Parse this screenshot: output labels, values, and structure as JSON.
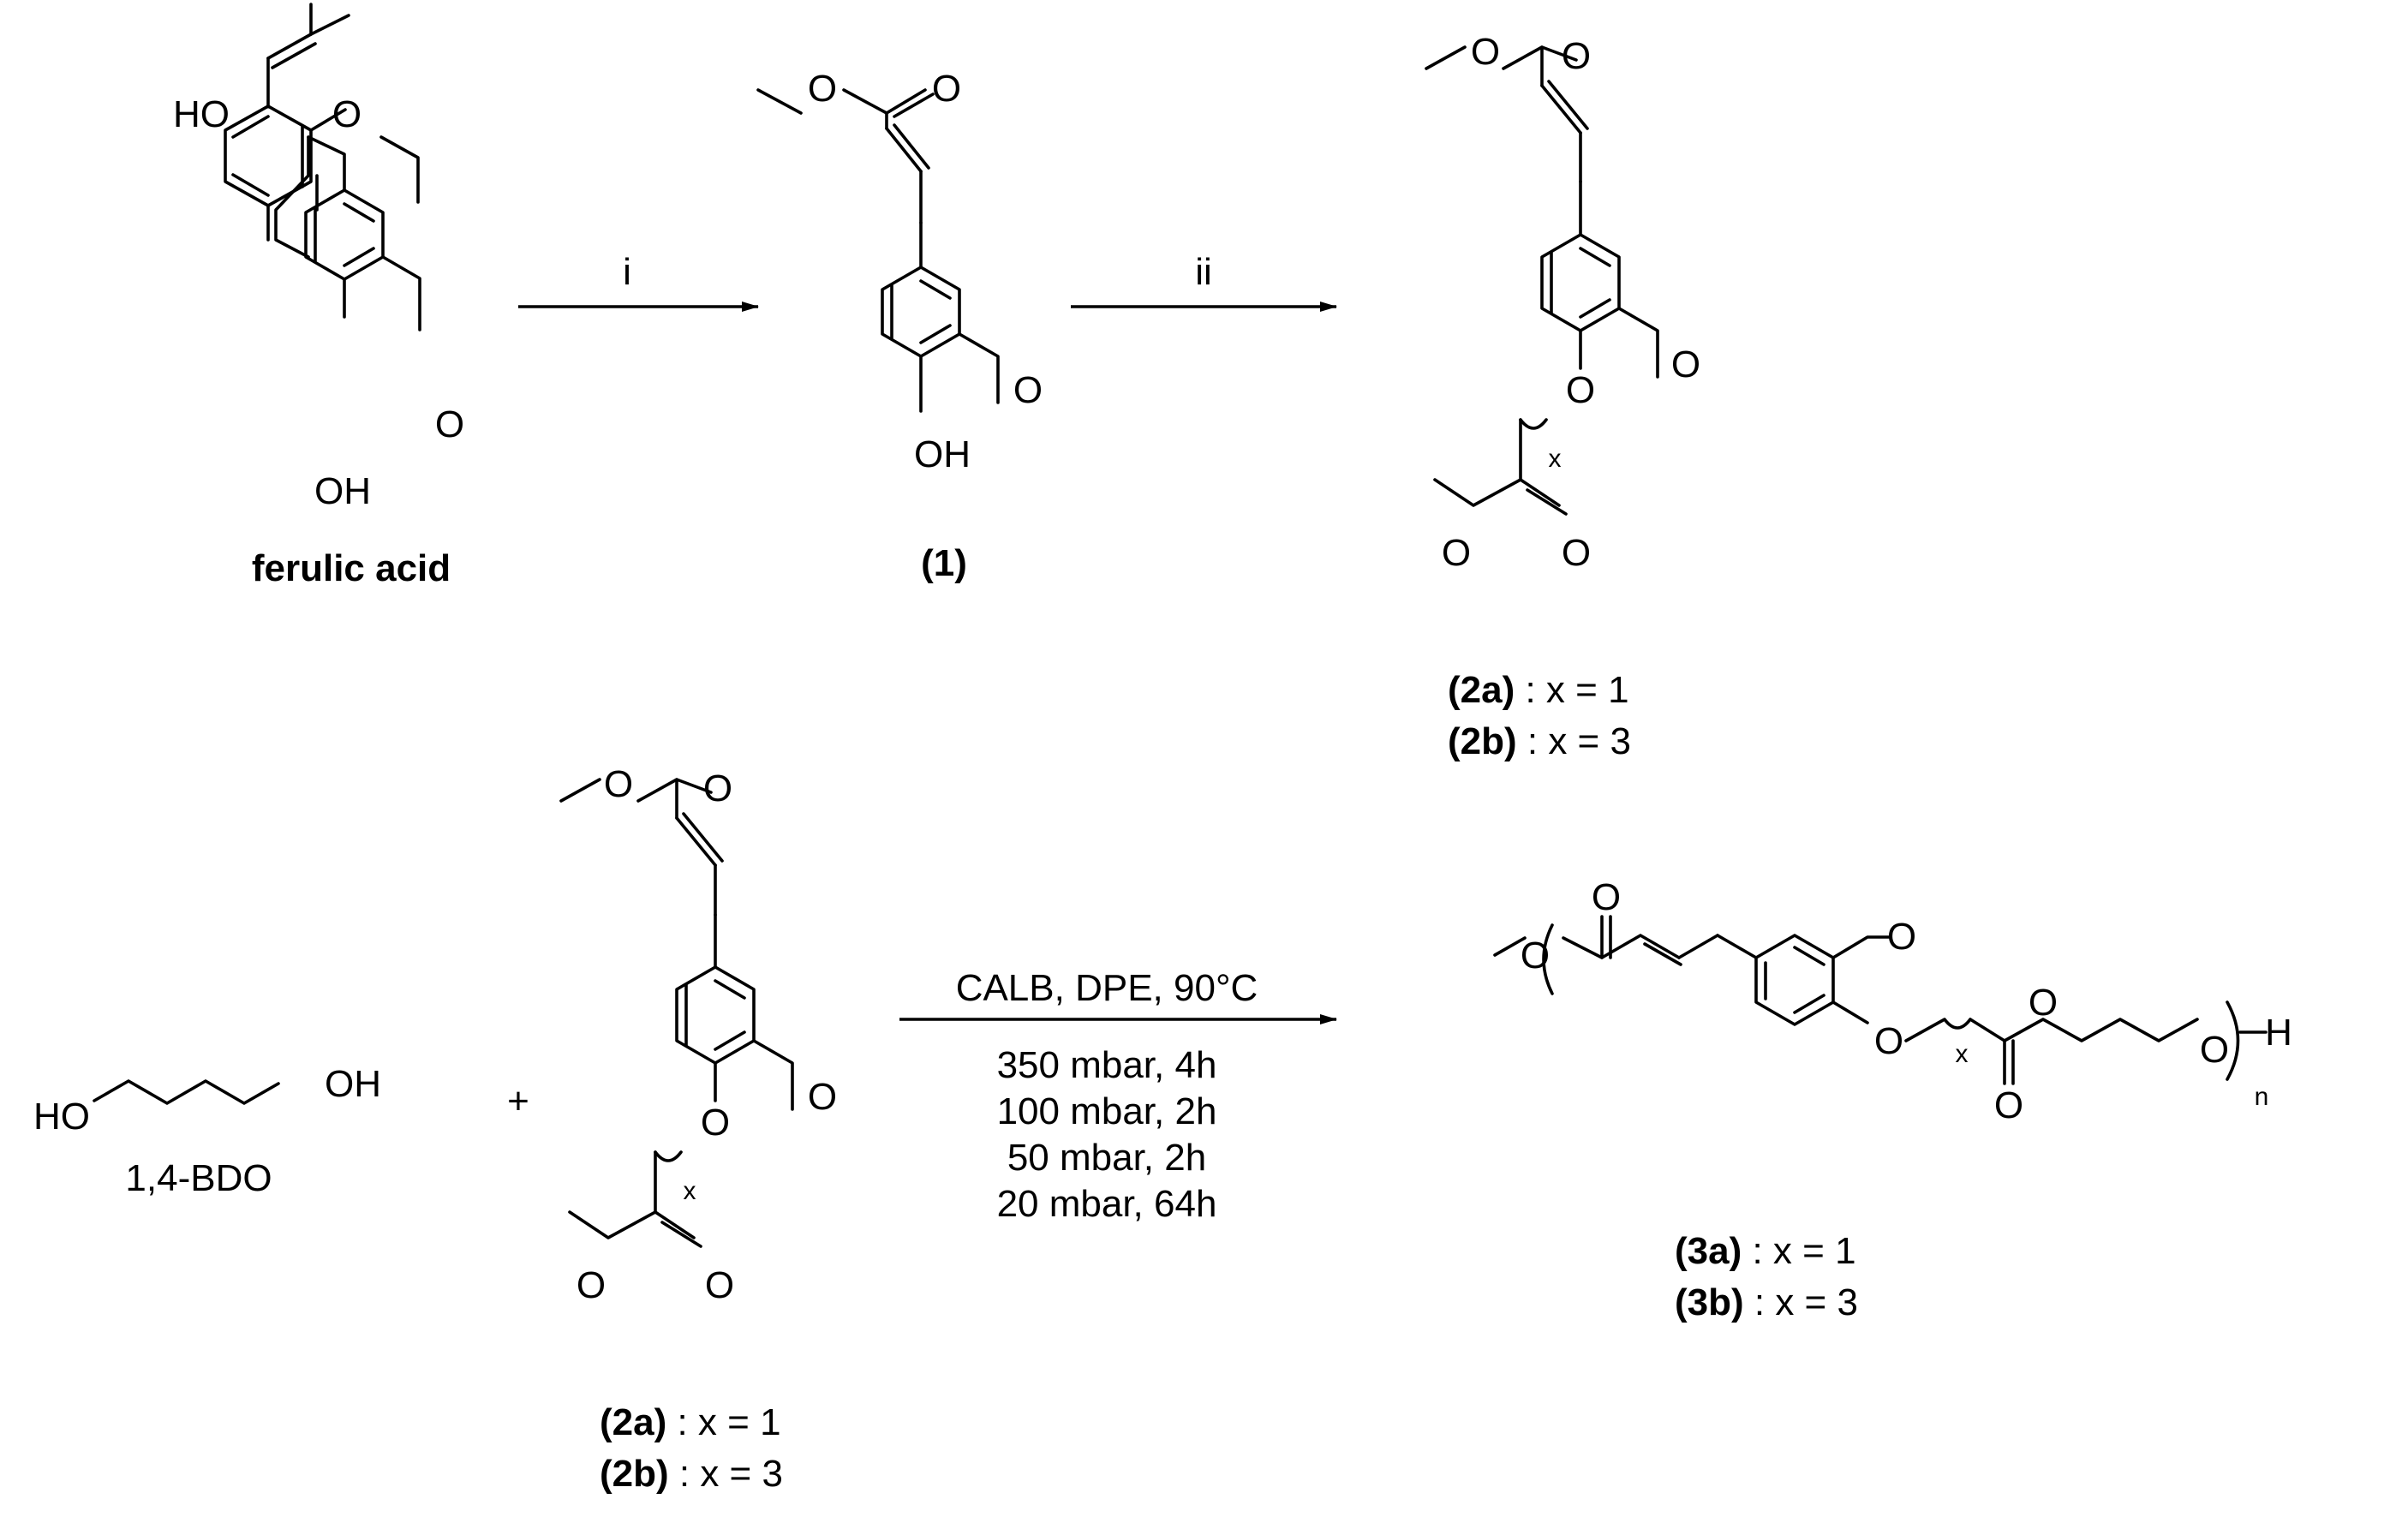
{
  "labels": {
    "ferulic_acid": "ferulic acid",
    "compound1": "(1)",
    "bdo": "1,4-BDO",
    "plus": "+",
    "top_2a_id": "(2a)",
    "top_2a_rest": " : x = 1",
    "top_2b_id": "(2b)",
    "top_2b_rest": " : x = 3",
    "bot_2a_id": "(2a)",
    "bot_2a_rest": " : x = 1",
    "bot_2b_id": "(2b)",
    "bot_2b_rest": " : x = 3",
    "p_3a_id": "(3a)",
    "p_3a_rest": " : x = 1",
    "p_3b_id": "(3b)",
    "p_3b_rest": " : x = 3"
  },
  "arrows": {
    "step_i": "i",
    "step_ii": "ii",
    "polymerization_above": "CALB, DPE, 90°C",
    "polymerization_below": [
      "350 mbar, 4h",
      "100 mbar, 2h",
      "50 mbar, 2h",
      "20 mbar, 64h"
    ]
  },
  "atoms": {
    "ho": "HO",
    "oh": "OH",
    "o": "O",
    "h": "H",
    "x": "x",
    "n": "n"
  }
}
